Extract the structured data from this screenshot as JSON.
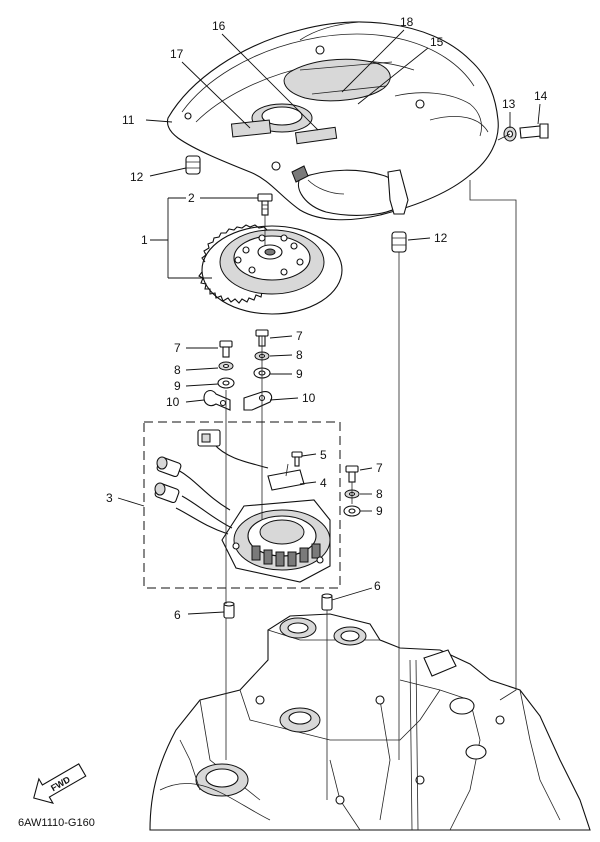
{
  "diagram_code": "6AW1110-G160",
  "fwd_label": "FWD",
  "callouts": {
    "c1": "1",
    "c2": "2",
    "c3": "3",
    "c4": "4",
    "c5": "5",
    "c6a": "6",
    "c6b": "6",
    "c7a": "7",
    "c7b": "7",
    "c7c": "7",
    "c8a": "8",
    "c8b": "8",
    "c8c": "8",
    "c9a": "9",
    "c9b": "9",
    "c9c": "9",
    "c10a": "10",
    "c10b": "10",
    "c11": "11",
    "c12a": "12",
    "c12b": "12",
    "c13": "13",
    "c14": "14",
    "c15": "15",
    "c16": "16",
    "c17": "17",
    "c18": "18"
  }
}
